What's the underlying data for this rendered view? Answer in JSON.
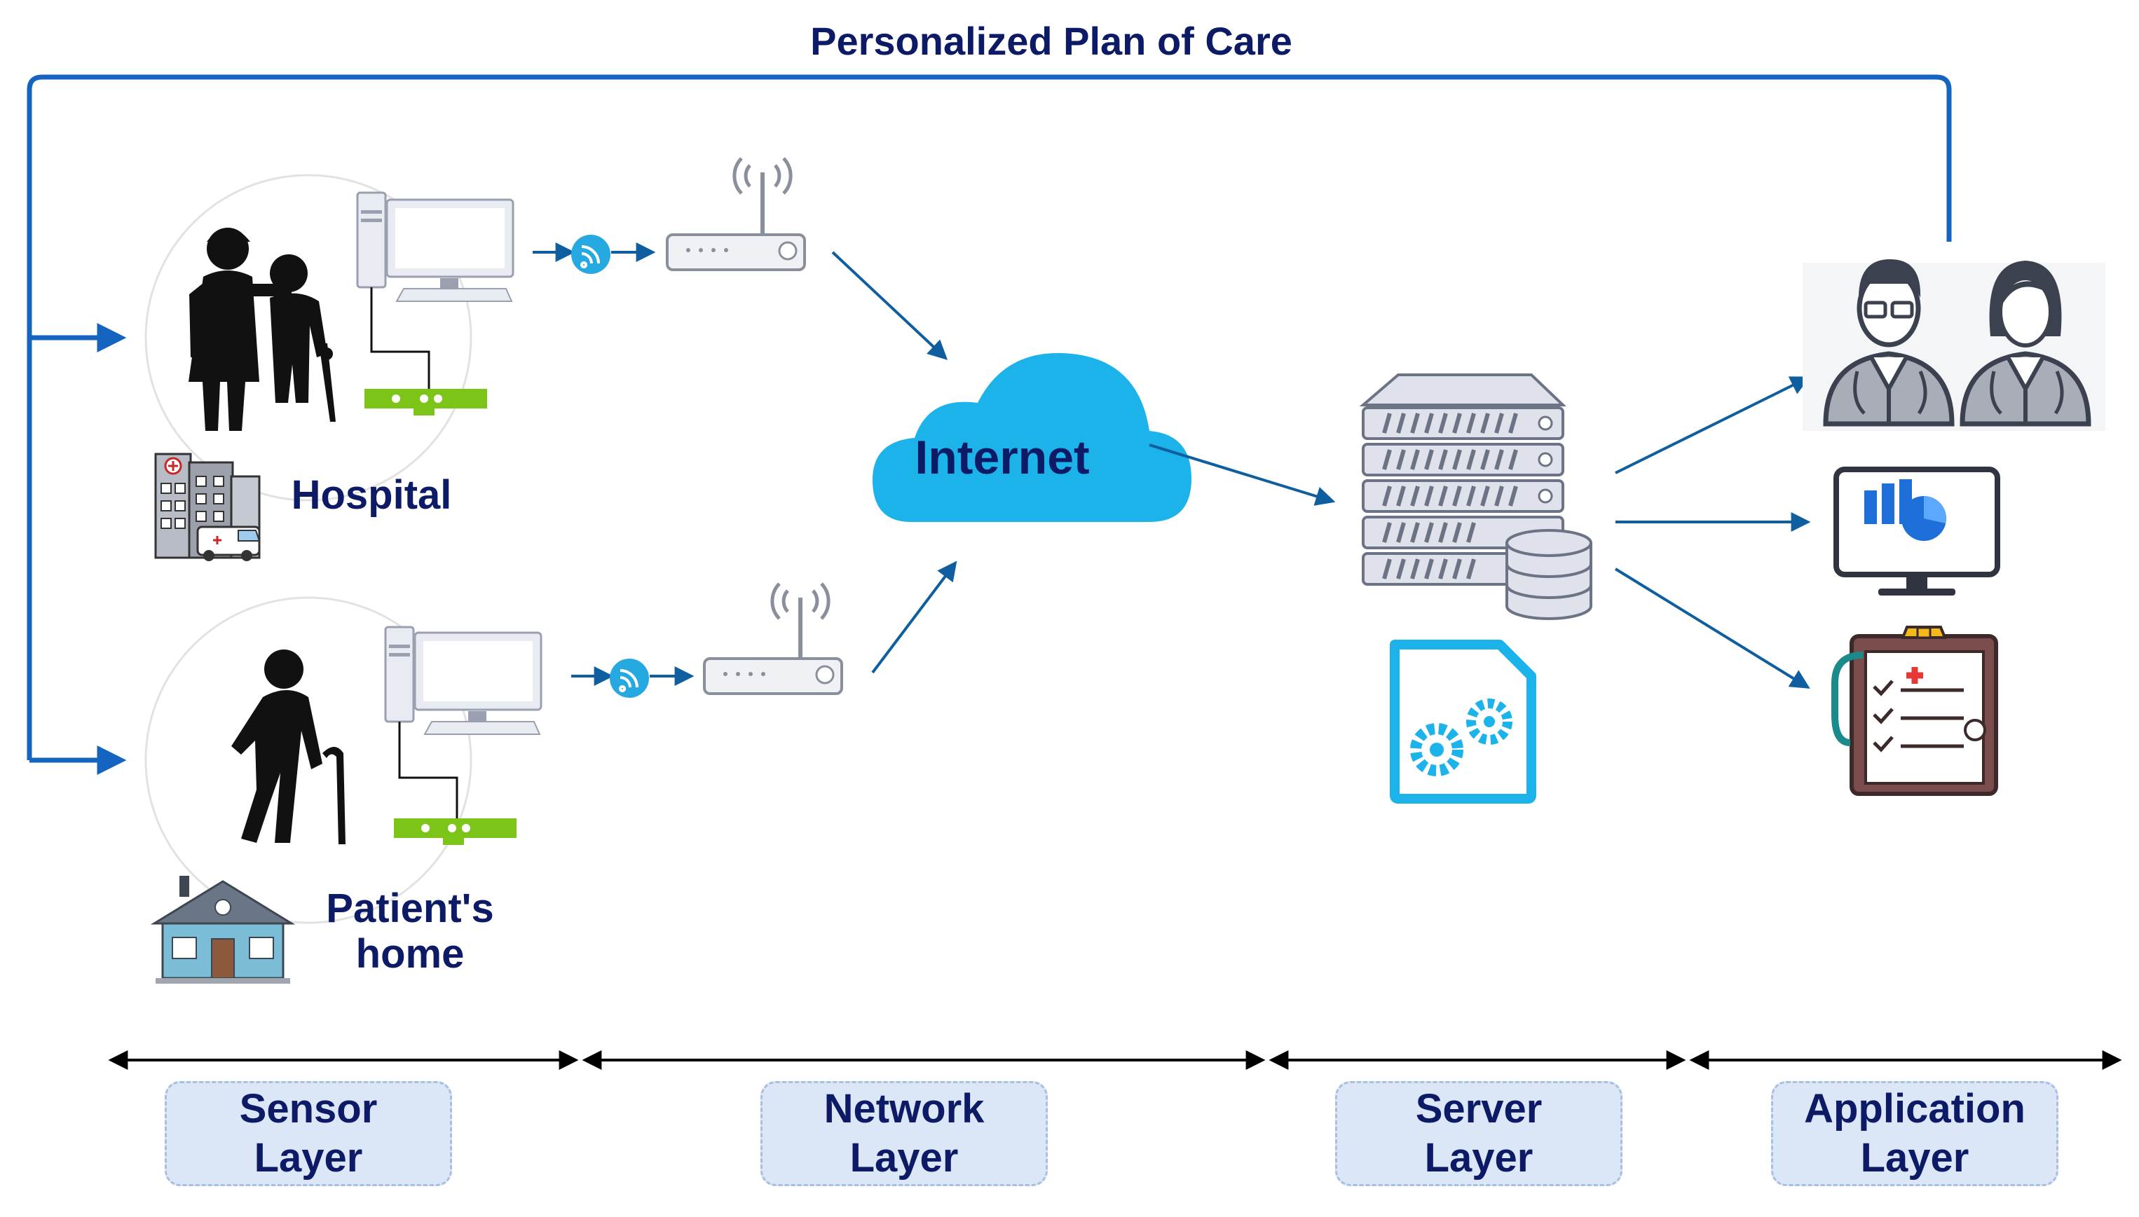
{
  "title": "Personalized Plan of Care",
  "internet": "Internet",
  "places": {
    "hospital": "Hospital",
    "home_line1": "Patient's",
    "home_line2": "home"
  },
  "layers": [
    {
      "line1": "Sensor",
      "line2": "Layer"
    },
    {
      "line1": "Network",
      "line2": "Layer"
    },
    {
      "line1": "Server",
      "line2": "Layer"
    },
    {
      "line1": "Application",
      "line2": "Layer"
    }
  ],
  "colors": {
    "feedback_line": "#1565c0",
    "flow_arrow": "#0f5fa0",
    "cloud": "#1bb3ea",
    "wifi": "#26a9e0",
    "sensor_bar": "#7cc417",
    "title_text": "#0d1a66",
    "layer_box": "#dbe7f7"
  },
  "icons": [
    "hospital-building-icon",
    "caregiver-elderly-icon",
    "desktop-computer-icon",
    "sensor-bar-icon",
    "wifi-icon",
    "router-icon",
    "house-icon",
    "elderly-person-icon",
    "cloud-icon",
    "server-rack-icon",
    "database-icon",
    "settings-document-icon",
    "doctors-icon",
    "dashboard-monitor-icon",
    "medical-clipboard-icon"
  ]
}
